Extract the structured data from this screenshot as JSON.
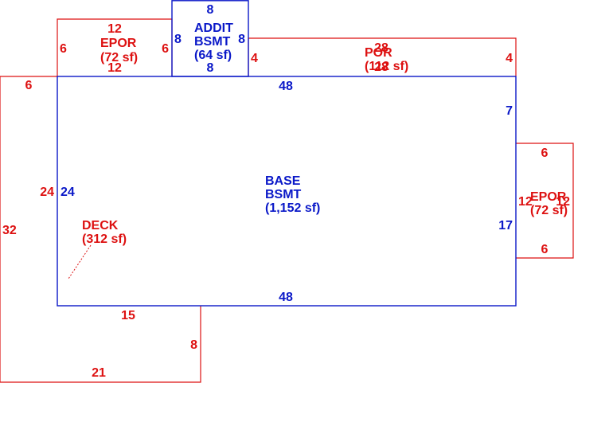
{
  "colors": {
    "red": "#dd1111",
    "blue": "#0a18c8",
    "background": "#ffffff"
  },
  "areas": {
    "base_bsmt": {
      "name_line1": "BASE",
      "name_line2": "BSMT",
      "area": "(1,152 sf)"
    },
    "addit_bsmt": {
      "name_line1": "ADDIT",
      "name_line2": "BSMT",
      "area": "(64 sf)"
    },
    "epor_top": {
      "name": "EPOR",
      "area": "(72 sf)"
    },
    "por": {
      "name": "POR",
      "area": "(112 sf)"
    },
    "epor_right": {
      "name": "EPOR",
      "area": "(72 sf)"
    },
    "deck": {
      "name": "DECK",
      "area": "(312 sf)"
    }
  },
  "dimensions": {
    "base_top": "48",
    "base_bottom": "48",
    "base_left": "24",
    "base_right_upper": "7",
    "base_right_lower": "17",
    "addit_top": "8",
    "addit_bottom": "8",
    "addit_left": "8",
    "addit_right": "8",
    "epor_top_top": "12",
    "epor_top_bottom": "12",
    "epor_top_left": "6",
    "epor_top_right": "6",
    "por_top": "28",
    "por_bottom": "28",
    "por_left": "4",
    "por_right": "4",
    "epor_right_top": "6",
    "epor_right_bottom": "6",
    "epor_right_left": "12",
    "epor_right_right": "12",
    "deck_top": "6",
    "deck_left": "32",
    "deck_inner_left": "24",
    "deck_bottom": "21",
    "deck_step_right": "8",
    "deck_step_top": "15"
  }
}
